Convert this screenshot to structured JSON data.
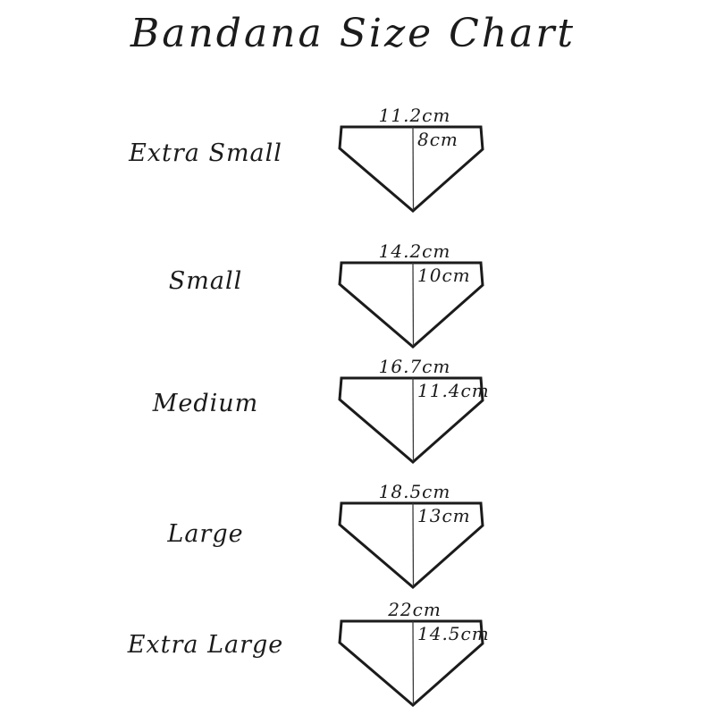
{
  "title": "Bandana Size Chart",
  "sizes": [
    {
      "label": "Extra Small",
      "width_label": "11.2cm",
      "height_label": "8cm"
    },
    {
      "label": "Small",
      "width_label": "14.2cm",
      "height_label": "10cm"
    },
    {
      "label": "Medium",
      "width_label": "16.7cm",
      "height_label": "11.4cm"
    },
    {
      "label": "Large",
      "width_label": "18.5cm",
      "height_label": "13cm"
    },
    {
      "label": "Extra Large",
      "width_label": "22cm",
      "height_label": "14.5cm"
    }
  ],
  "colors": {
    "ink": "#1b1b1b",
    "background": "#ffffff"
  }
}
